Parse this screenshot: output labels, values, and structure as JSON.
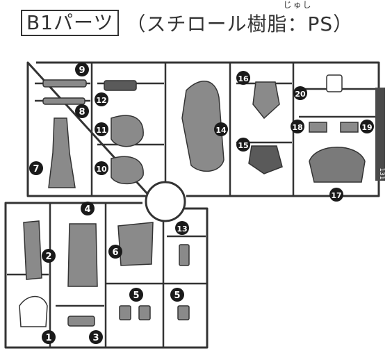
{
  "header": {
    "part_code": "B1パーツ",
    "material": "（スチロール樹脂：PS）",
    "ruby": "じゅし"
  },
  "parts": [
    "1",
    "2",
    "3",
    "4",
    "5",
    "5",
    "6",
    "7",
    "8",
    "9",
    "10",
    "11",
    "12",
    "13",
    "14",
    "15",
    "16",
    "17",
    "18",
    "19",
    "20"
  ],
  "runner_code": "131",
  "colors": {
    "ink": "#333333",
    "part_fill": "#8a8a8a",
    "part_dark": "#5a5a5a",
    "badge": "#1a1a1a"
  }
}
